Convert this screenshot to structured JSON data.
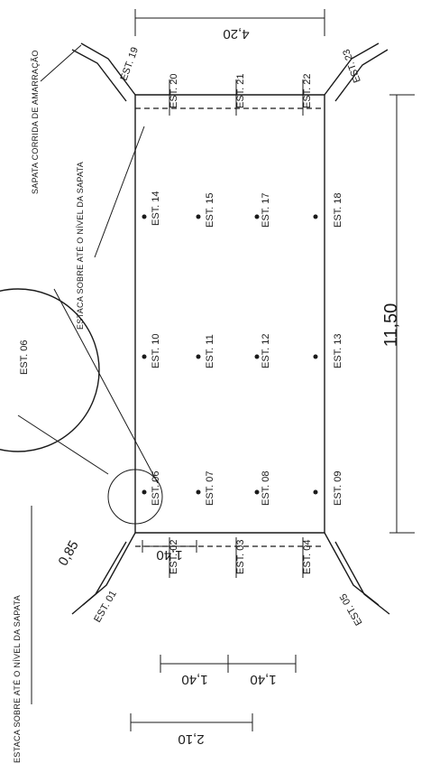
{
  "notes": {
    "sapata": "SAPATA CORRIDA DE AMARRAÇÃO",
    "estaca_top": "ESTACA SOBRE ATÉ O NÍVEL DA SAPATA",
    "estaca_left": "ESTACA SOBRE ATÉ O NÍVEL DA SAPATA"
  },
  "dimensions": {
    "total": "11,50",
    "top_width": "4,20",
    "spacing_a": "1,40",
    "spacing_b": "1,40",
    "spacing_c": "1,40",
    "bottom_width": "2,10",
    "angle": "0,85"
  },
  "piles": {
    "e01": "EST. 01",
    "e02": "EST. 02",
    "e03": "EST. 03",
    "e04": "EST. 04",
    "e05": "EST. 05",
    "e06": "EST. 06",
    "e07": "EST. 07",
    "e08": "EST. 08",
    "e09": "EST. 09",
    "e10": "EST. 10",
    "e11": "EST. 11",
    "e12": "EST. 12",
    "e13": "EST. 13",
    "e14": "EST. 14",
    "e15": "EST. 15",
    "e17": "EST. 17",
    "e18": "EST. 18",
    "e19": "EST. 19",
    "e20": "EST. 20",
    "e21": "EST. 21",
    "e22": "EST. 22",
    "e23": "EST. 23"
  },
  "detail": {
    "label": "EST. 06"
  }
}
